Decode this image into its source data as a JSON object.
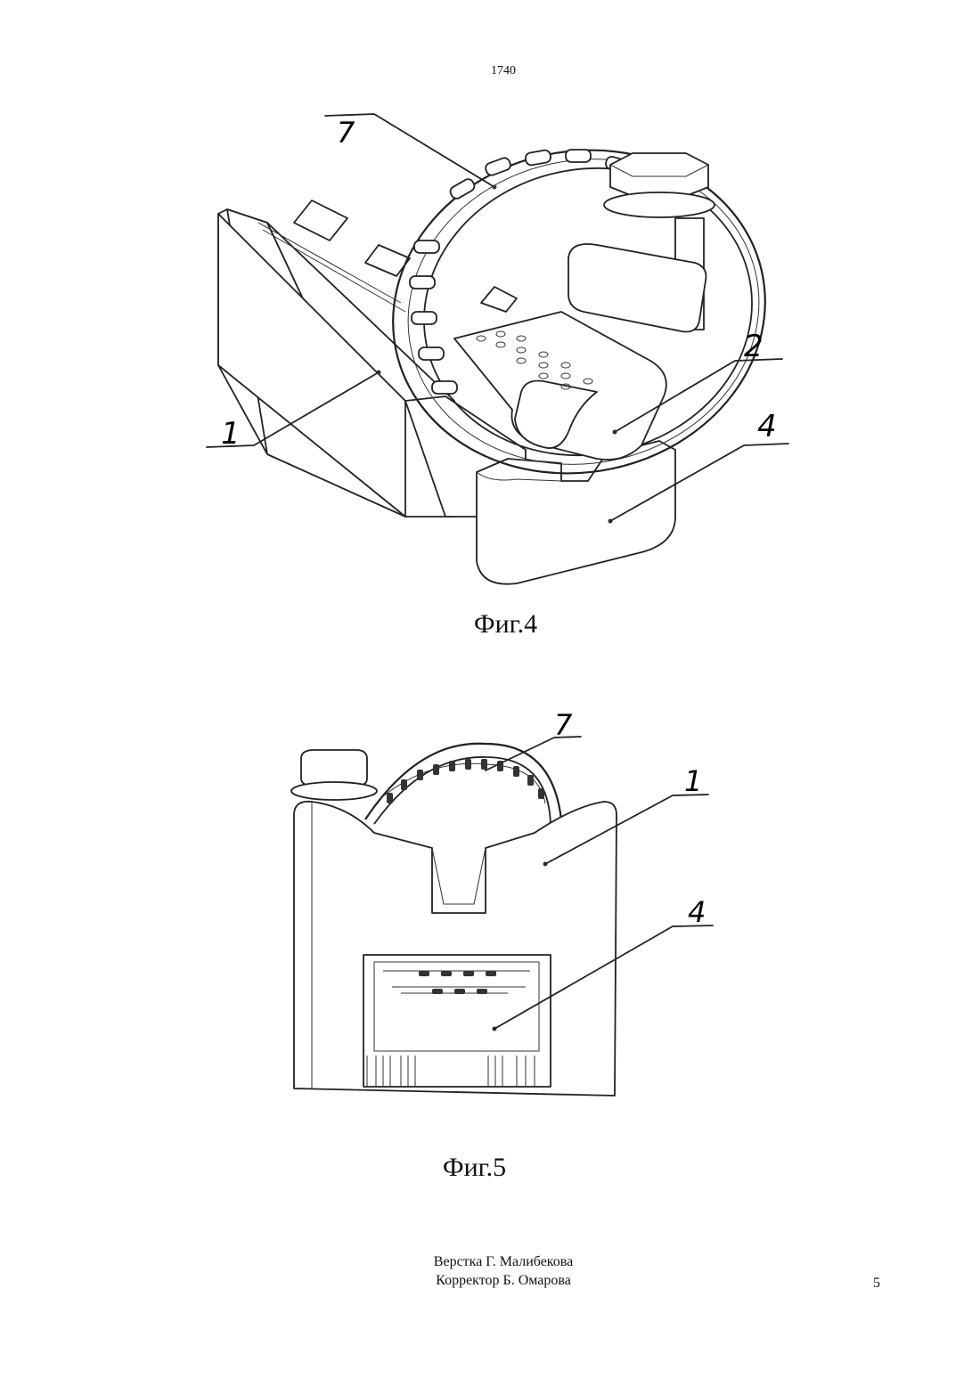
{
  "header": {
    "doc_number": "1740"
  },
  "figure4": {
    "caption": "Фиг.4",
    "labels": [
      "7",
      "2",
      "1",
      "4"
    ]
  },
  "figure5": {
    "caption": "Фиг.5",
    "labels": [
      "7",
      "1",
      "4"
    ]
  },
  "footer": {
    "credit_layout": "Верстка Г. Малибекова",
    "credit_proofreader": "Корректор Б. Омарова",
    "page_number": "5"
  }
}
